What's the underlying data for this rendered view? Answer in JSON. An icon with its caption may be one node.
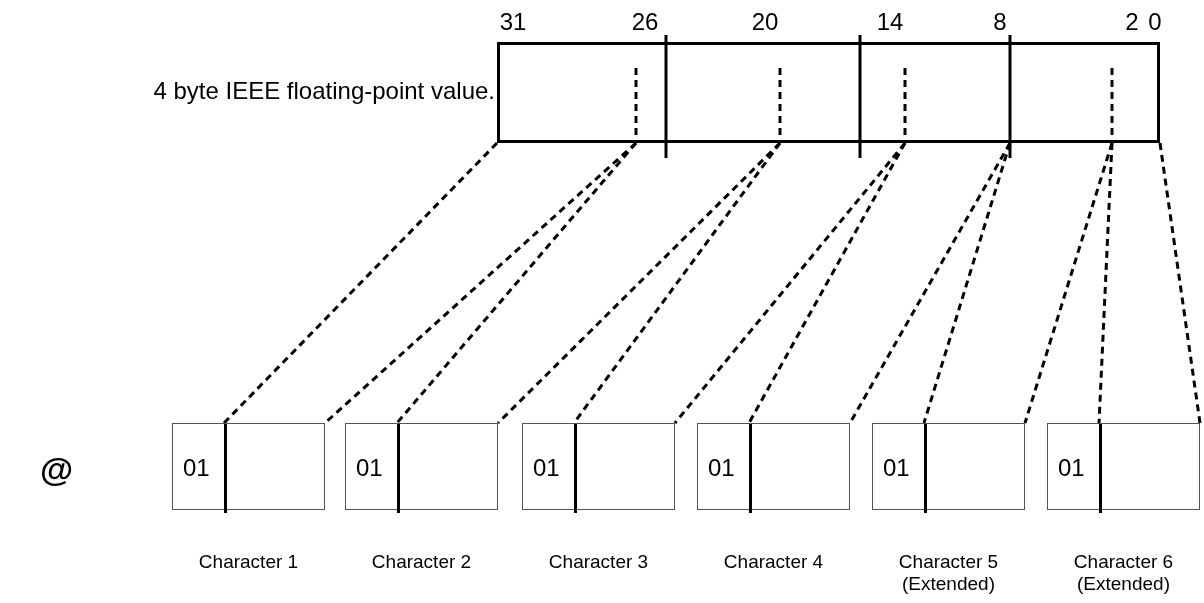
{
  "diagram": {
    "nodes": [
      {
        "text": [],
        "shape": "box",
        "beside": [
          "4 byte IEEE floating-point value.",
          "31",
          "26",
          "20",
          "14",
          "8",
          "2",
          "0"
        ]
      },
      {
        "text": [
          "01"
        ],
        "beside": [
          "Character 1"
        ]
      },
      {
        "text": [
          "01"
        ],
        "beside": [
          "Character 2"
        ]
      },
      {
        "text": [
          "01"
        ],
        "beside": [
          "Character 3"
        ]
      },
      {
        "text": [
          "01"
        ],
        "beside": [
          "Character 4"
        ]
      },
      {
        "text": [
          "01"
        ],
        "beside": [
          "Character 5 (Extended)"
        ]
      },
      {
        "text": [
          "01"
        ],
        "beside": [
          "Character 6 (Extended)"
        ]
      }
    ],
    "edges": [
      {
        "from": 0,
        "to": 1,
        "arrow": "none",
        "style": "dashed"
      },
      {
        "from": 0,
        "to": 1,
        "arrow": "none",
        "style": "dashed"
      },
      {
        "from": 0,
        "to": 2,
        "arrow": "none",
        "style": "dashed"
      },
      {
        "from": 0,
        "to": 2,
        "arrow": "none",
        "style": "dashed"
      },
      {
        "from": 0,
        "to": 3,
        "arrow": "none",
        "style": "dashed"
      },
      {
        "from": 0,
        "to": 3,
        "arrow": "none",
        "style": "dashed"
      },
      {
        "from": 0,
        "to": 4,
        "arrow": "none",
        "style": "dashed"
      },
      {
        "from": 0,
        "to": 4,
        "arrow": "none",
        "style": "dashed"
      },
      {
        "from": 0,
        "to": 5,
        "arrow": "none",
        "style": "dashed"
      },
      {
        "from": 0,
        "to": 5,
        "arrow": "none",
        "style": "dashed"
      },
      {
        "from": 0,
        "to": 6,
        "arrow": "none",
        "style": "dashed"
      },
      {
        "from": 0,
        "to": 6,
        "arrow": "none",
        "style": "dashed"
      }
    ],
    "labels": [
      "@"
    ]
  }
}
